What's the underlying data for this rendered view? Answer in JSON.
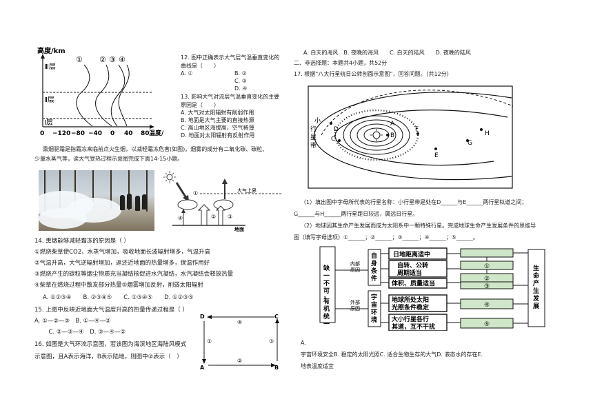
{
  "graph1": {
    "y_title": "高度/km",
    "layers": [
      "Ⅲ层",
      "Ⅱ层",
      "Ⅰ层"
    ],
    "curve_labels": [
      "①",
      "②",
      "③",
      "④"
    ],
    "x_ticks": [
      "0",
      "−120",
      "−80",
      "−40",
      "0",
      "40",
      "80"
    ],
    "x_title": "温度/℃"
  },
  "q12": {
    "stem1": "12. 图中正确表示大气层气温垂直变化的",
    "stem2": "曲线是（　　）",
    "opt_a": "A. ①",
    "opt_b": "B. ②",
    "opt_c": "C. ③",
    "opt_d": "D. ④"
  },
  "q13": {
    "stem1": "13. 影响大气对流层气温垂直变化的主要",
    "stem2": "原因是（　　）",
    "opt_a": "A. 大气对太阳辐射有削弱作用",
    "opt_b": "B. 地面是大气主要的直接热源",
    "opt_c": "C. 高山地区海拔高，空气稀薄",
    "opt_d": "D. 地面对太阳辐射有反射作用"
  },
  "intro": {
    "line1": "熏烟驱霜是指霜冻来临前点火生烟，以减轻霜冻危害(如图)。烟雾的成分有二氧化碳、碳粒、",
    "line2": "少量水蒸气等，读大气受热过程示意图完成下面14-15小题。"
  },
  "heat_diagram": {
    "top_label": "大气上界",
    "ground_label": "地面",
    "arrow_labels": [
      "①",
      "②",
      "③",
      "④"
    ]
  },
  "q14": {
    "stem": "14. 熏烟能够减轻霜冻的原因是（ ）",
    "s1": "①燃烧柴草使CO2、水蒸气增加，吸收地面长波辐射增多，气温升高",
    "s2": "②气温升高，大气逆辐射增加，返还近地面的热量增多，保温作用好",
    "s3": "③燃烧产生的碳粒等烟尘物质充当凝结核促进水汽凝结，水汽凝结会释放热量",
    "s4": "④柴草在燃烧过程中散发部分热量⑤烟雾增加反射，削弱太阳辐射",
    "opts": "A. ①②③④　　B. ②③④⑤　　C. ①③④⑤　　D. ①②③⑤"
  },
  "q15": {
    "stem": "15. 上图中反映近地面大气温度升高的热量传递过程是（ ）",
    "opt_ab": "A. ①—②—③　B. ①—④—②",
    "opt_cd": "　C. ②—③—④　D. ③—④—②"
  },
  "q16": {
    "line1": "16. 如图是大气环流示意图，若该图为海滨地区海陆风模式",
    "line2": "示意图，且A表示海洋，B表示陆地，则图中②表示（　）"
  },
  "circulation": {
    "corners": [
      "D",
      "C",
      "A",
      "B"
    ],
    "arrow_labels": [
      "④",
      "①",
      "③",
      "②"
    ]
  },
  "q16_opts": {
    "line": "A. 白天的海风　B. 夜晚的海风　　C. 白天的陆风　　D. 夜晚的陆风"
  },
  "part2": {
    "title": "二、非选择题：本题共4小题，共52分"
  },
  "q17": {
    "stem": "17. 根据“八大行星绕日公转剖面示意图”，回答问题。（共12分）",
    "p1a": "（1）填出图中字母所代表的行星名称：小行星带是处在D______与E______两行星轨道之间；",
    "p1b": "G______与H______两行星距日较远，属远日行星。",
    "p2a": "（2）地球因其生命产生发展而成为太阳系中一颗特殊行星。完成地球生命产生发展条件的思维导",
    "p2b": "图（填写字母选项）①______；②______；③______；④______；⑤______。"
  },
  "orbit_diagram": {
    "belt_label": [
      "小",
      "行",
      "星",
      "带"
    ],
    "letters": [
      "D",
      "C",
      "B",
      "A",
      "E",
      "F",
      "G",
      "H"
    ]
  },
  "mindmap": {
    "root": [
      "缺",
      "一",
      "不",
      "可",
      "，",
      "有",
      "机",
      "统",
      "一"
    ],
    "inner_cause": "内部\n原因",
    "inner_cond": [
      "自",
      "身",
      "条",
      "件"
    ],
    "outer_cause": "外部\n原因",
    "outer_cond": [
      "宇",
      "宙",
      "环",
      "境"
    ],
    "box_sun": "日地距离适中",
    "box_rot": "自转、公转\n周期适当",
    "box_vol": "体积、质量适当",
    "box_loc": "地球所处太阳\n光照条件稳定",
    "box_ast": "大小行星各行\n其道，互不干扰",
    "slots": [
      "①",
      "②",
      "③",
      "④",
      "⑤"
    ],
    "life": [
      "生",
      "命",
      "产",
      "生",
      "发",
      "展"
    ]
  },
  "answers": {
    "a": "A.",
    "line": "宇宙环境安全B. 稳定的太阳光照C. 适合生物生存的大气D. 液态水的存在E.",
    "last": "地表温度适宜"
  }
}
